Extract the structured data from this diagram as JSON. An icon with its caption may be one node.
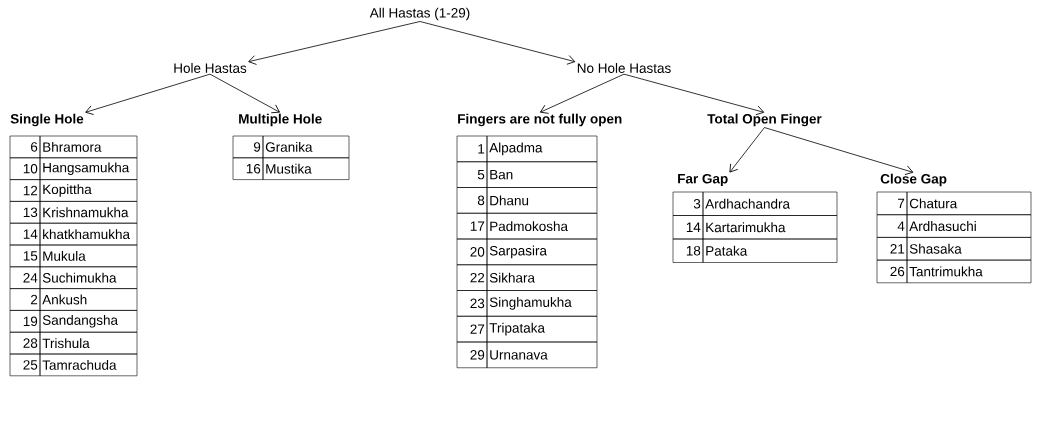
{
  "diagram": {
    "nodes": [
      {
        "text": [
          "All Hastas (1-29)"
        ]
      },
      {
        "text": [
          "Hole Hastas"
        ]
      },
      {
        "text": [
          "No Hole Hastas"
        ]
      },
      {
        "text": [
          "Single Hole"
        ]
      },
      {
        "text": [
          "Multiple Hole"
        ]
      },
      {
        "text": [
          "Fingers are not fully open"
        ]
      },
      {
        "text": [
          "Total Open Finger"
        ]
      },
      {
        "text": [
          "Far Gap"
        ]
      },
      {
        "text": [
          "Close Gap"
        ]
      }
    ],
    "edges": [
      {
        "from": 0,
        "to": 1,
        "arrow": "to"
      },
      {
        "from": 0,
        "to": 2,
        "arrow": "to"
      },
      {
        "from": 1,
        "to": 3,
        "arrow": "to"
      },
      {
        "from": 1,
        "to": 4,
        "arrow": "to"
      },
      {
        "from": 2,
        "to": 5,
        "arrow": "to"
      },
      {
        "from": 2,
        "to": 6,
        "arrow": "to"
      },
      {
        "from": 6,
        "to": 7,
        "arrow": "to"
      },
      {
        "from": 6,
        "to": 8,
        "arrow": "to"
      }
    ],
    "labels": [
      "6",
      "Bhramora",
      "10",
      "Hangsamukha",
      "12",
      "Kopittha",
      "13",
      "Krishnamukha",
      "14",
      "khatkhamukha",
      "15",
      "Mukula",
      "24",
      "Suchimukha",
      "2",
      "Ankush",
      "19",
      "Sandangsha",
      "28",
      "Trishula",
      "25",
      "Tamrachuda",
      "9",
      "Granika",
      "16",
      "Mustika",
      "1",
      "Alpadma",
      "5",
      "Ban",
      "8",
      "Dhanu",
      "17",
      "Padmokosha",
      "20",
      "Sarpasira",
      "22",
      "Sikhara",
      "23",
      "Singhamukha",
      "27",
      "Tripataka",
      "29",
      "Urnanava",
      "3",
      "Ardhachandra",
      "14",
      "Kartarimukha",
      "18",
      "Pataka",
      "7",
      "Chatura",
      "4",
      "Ardhasuchi",
      "21",
      "Shasaka",
      "26",
      "Tantrimukha"
    ]
  }
}
